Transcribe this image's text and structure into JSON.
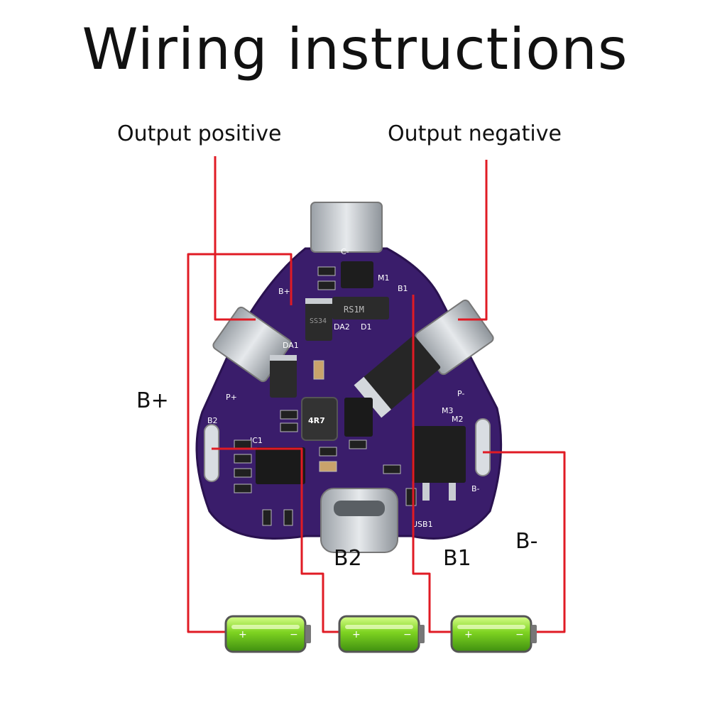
{
  "title": "Wiring instructions",
  "labels": {
    "output_positive": "Output positive",
    "output_negative": "Output negative",
    "b_plus": "B+",
    "b_minus": "B-",
    "b2": "B2",
    "b1": "B1"
  },
  "board_markings": {
    "inductor": "4R7",
    "c_minus": "C-",
    "p_plus": "P+",
    "p_minus": "P-",
    "b_plus": "B+",
    "b_minus": "B-",
    "b1": "B1",
    "b2": "B2",
    "usb1": "USB1",
    "diode_d1": "RS1M",
    "da1": "DA1",
    "da2": "DA2",
    "d1": "D1",
    "m1": "M1",
    "m2": "M2",
    "m3": "M3",
    "ic1": "IC1",
    "ss34": "SS34"
  },
  "colors": {
    "wire": "#e01b24",
    "board": "#3a1d6b",
    "battery": "#7ed321",
    "metal": "#c9cdd2"
  }
}
